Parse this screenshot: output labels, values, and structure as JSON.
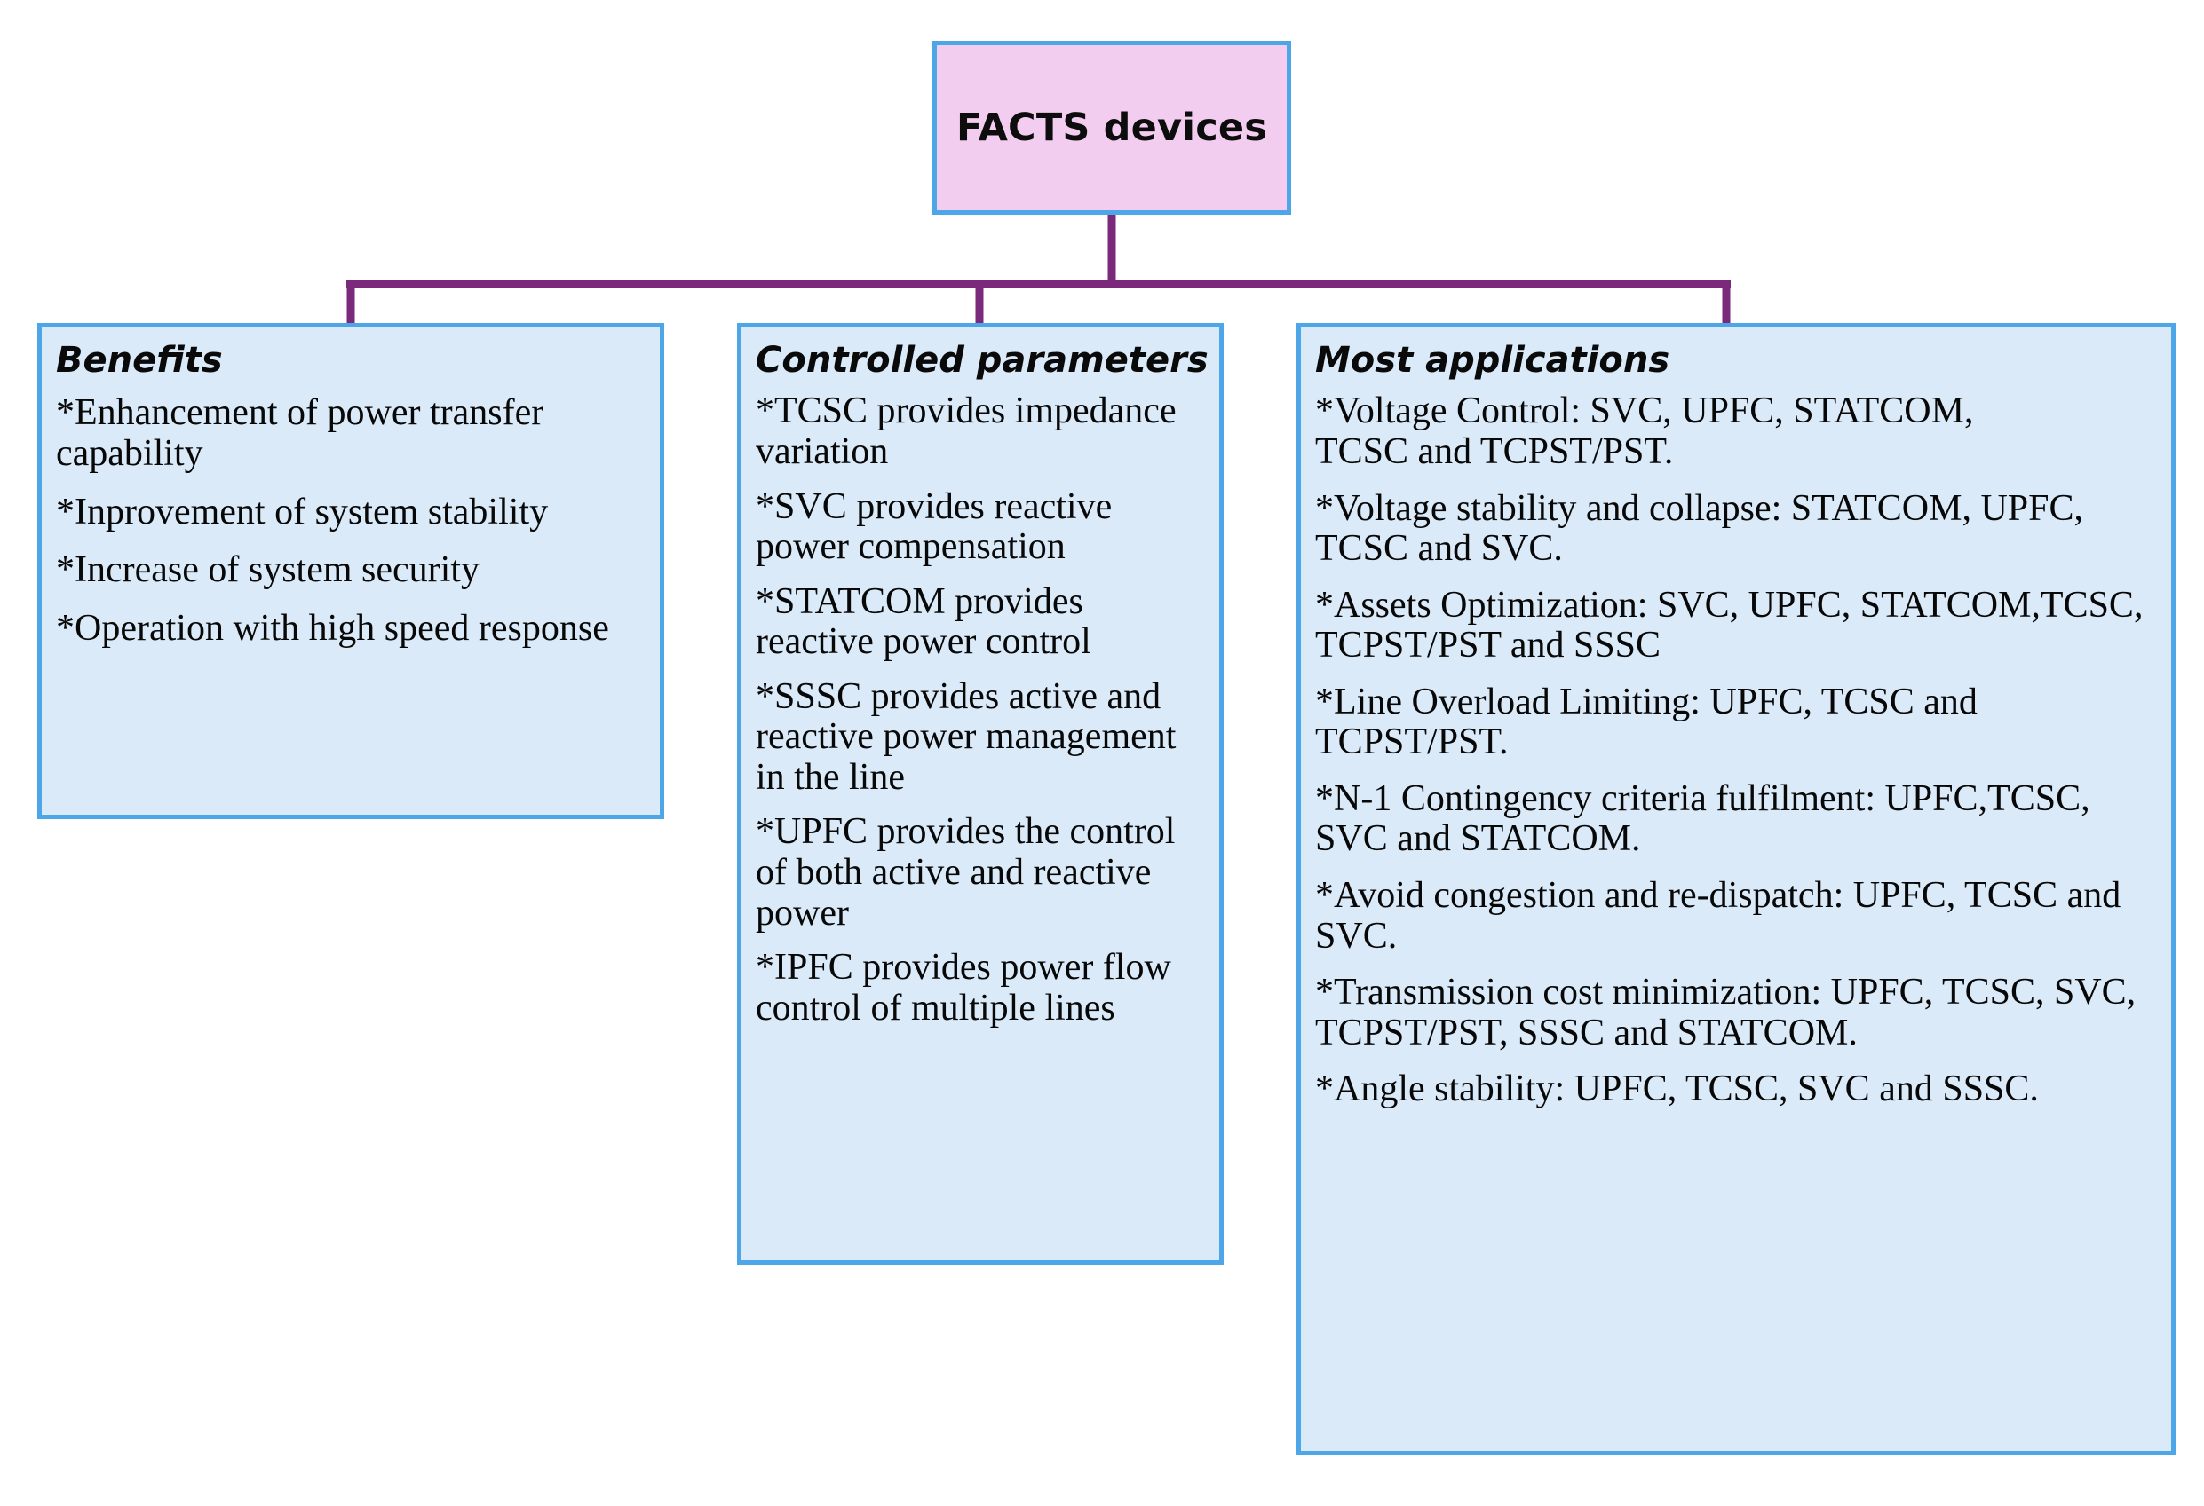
{
  "colors": {
    "box_border": "#4da6e8",
    "box_fill": "#dbeaf8",
    "root_fill": "#f3cdef",
    "connector": "#7b2a7b",
    "text": "#080808"
  },
  "root": {
    "title": "FACTS devices"
  },
  "columns": [
    {
      "id": "benefits",
      "heading": "Benefits",
      "items": [
        "*Enhancement of power transfer capability",
        "*Inprovement of system stability",
        "*Increase of system security",
        "*Operation with high speed response"
      ]
    },
    {
      "id": "controlled-parameters",
      "heading": "Controlled parameters",
      "items": [
        "*TCSC provides impedance variation",
        "*SVC provides reactive power compensation",
        "*STATCOM provides reactive power control",
        "*SSSC provides active and reactive power management in the line",
        "*UPFC provides the control of both active and reactive power",
        "*IPFC provides power flow control of multiple lines"
      ]
    },
    {
      "id": "most-applications",
      "heading": "Most applications",
      "items": [
        "*Voltage Control: SVC, UPFC, STATCOM,\nTCSC and TCPST/PST.",
        "*Voltage stability and collapse: STATCOM, UPFC, TCSC and SVC.",
        "*Assets Optimization: SVC, UPFC, STATCOM,TCSC, TCPST/PST and SSSC",
        "*Line Overload Limiting: UPFC, TCSC and TCPST/PST.",
        "*N-1 Contingency criteria fulfilment: UPFC,TCSC, SVC and STATCOM.",
        "*Avoid congestion and re-dispatch: UPFC, TCSC and SVC.",
        "*Transmission cost minimization: UPFC, TCSC, SVC, TCPST/PST, SSSC and STATCOM.",
        "*Angle stability: UPFC, TCSC, SVC and SSSC."
      ]
    }
  ]
}
